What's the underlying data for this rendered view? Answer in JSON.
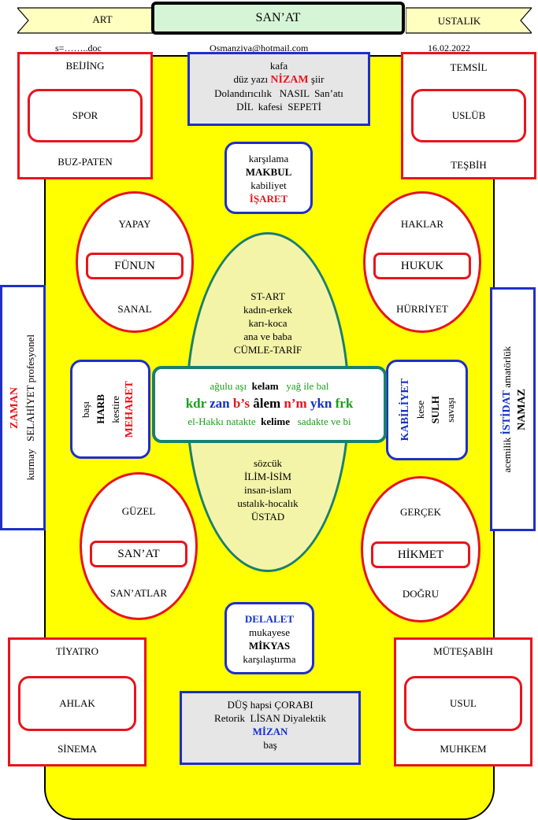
{
  "header": {
    "art": "ART",
    "title": "SAN’AT",
    "ustalik": "USTALIK",
    "file": "s=……..doc",
    "email": "Osmanziya@hotmail.com",
    "date": "16.02.2022"
  },
  "top_center": {
    "line1": "kafa",
    "line2a": "düz yazı",
    "line2b": "NİZAM",
    "line2c": "şiir",
    "line3": "Dolandırıcılık   NASIL  San’atı",
    "line4": "DİL  kafesi  SEPETİ"
  },
  "corner_tl": {
    "top": "BEİJİNG",
    "inner": "SPOR",
    "bottom": "BUZ-PATEN"
  },
  "corner_tr": {
    "top": "TEMSİL",
    "inner": "USLÜB",
    "bottom": "TEŞBİH"
  },
  "corner_bl": {
    "top": "TİYATRO",
    "inner": "AHLAK",
    "bottom": "SİNEMA"
  },
  "corner_br": {
    "top": "MÜTEŞABİH",
    "inner": "USUL",
    "bottom": "MUHKEM"
  },
  "upper_mid": {
    "l1": "karşılama",
    "l2": "MAKBUL",
    "l3": "kabiliyet",
    "l4": "İŞARET"
  },
  "oval_tl": {
    "top": "YAPAY",
    "inner": "FÜNUN",
    "bottom": "SANAL"
  },
  "oval_tr": {
    "top": "HAKLAR",
    "inner": "HUKUK",
    "bottom": "HÜRRİYET"
  },
  "oval_bl": {
    "top": "GÜZEL",
    "inner": "SAN’AT",
    "bottom": "SAN’ATLAR"
  },
  "oval_br": {
    "top": "GERÇEK",
    "inner": "HİKMET",
    "bottom": "DOĞRU"
  },
  "big_oval_top": [
    "ST-ART",
    "kadın-erkek",
    "karı-koca",
    "ana ve baba",
    "CÜMLE-TARİF"
  ],
  "big_oval_bottom": [
    "sözcük",
    "İLİM-İSİM",
    "insan-islam",
    "ustalık-hocalık",
    "ÜSTAD"
  ],
  "center": {
    "r1a": "ağulu  aşı",
    "r1b": "kelam",
    "r1c": "yağ ile bal",
    "r2": [
      "kdr",
      "zan",
      "b’s",
      "âlem",
      "n’m",
      "ykn",
      "frk"
    ],
    "r3a": "el-Hakkı natakte",
    "r3b": "kelime",
    "r3c": "sadakte ve bi"
  },
  "left_mid": {
    "c1": "başı",
    "c2": "HARB",
    "c3": "kestire",
    "c4": "MEHARET"
  },
  "right_mid": {
    "c1": "KABİLİYET",
    "c2": "kese",
    "c3": "SULH",
    "c4": "savaşı"
  },
  "left_side": {
    "c1": "ZAMAN",
    "c2": "kurmay   SELAHİYET profesyonel"
  },
  "right_side": {
    "c1": "acemilik",
    "c1b": "İSTİDAT",
    "c1c": "amatörlük",
    "c2": "NAMAZ"
  },
  "lower_mid": {
    "l1": "DELALET",
    "l2": "mukayese",
    "l3": "MİKYAS",
    "l4": "karşılaştırma"
  },
  "bottom_center": {
    "l1": "DÜŞ hapsi ÇORABI",
    "l2": "Retorik  LİSAN Diyalektik",
    "l3": "MİZAN",
    "l4": "baş"
  },
  "colors": {
    "yellow": "#ffff00",
    "red": "#e8141c",
    "blue": "#1f2fc9",
    "teal": "#1a7f6e",
    "gray": "#e6e6e6",
    "lightgreen": "#d6f5d6"
  }
}
